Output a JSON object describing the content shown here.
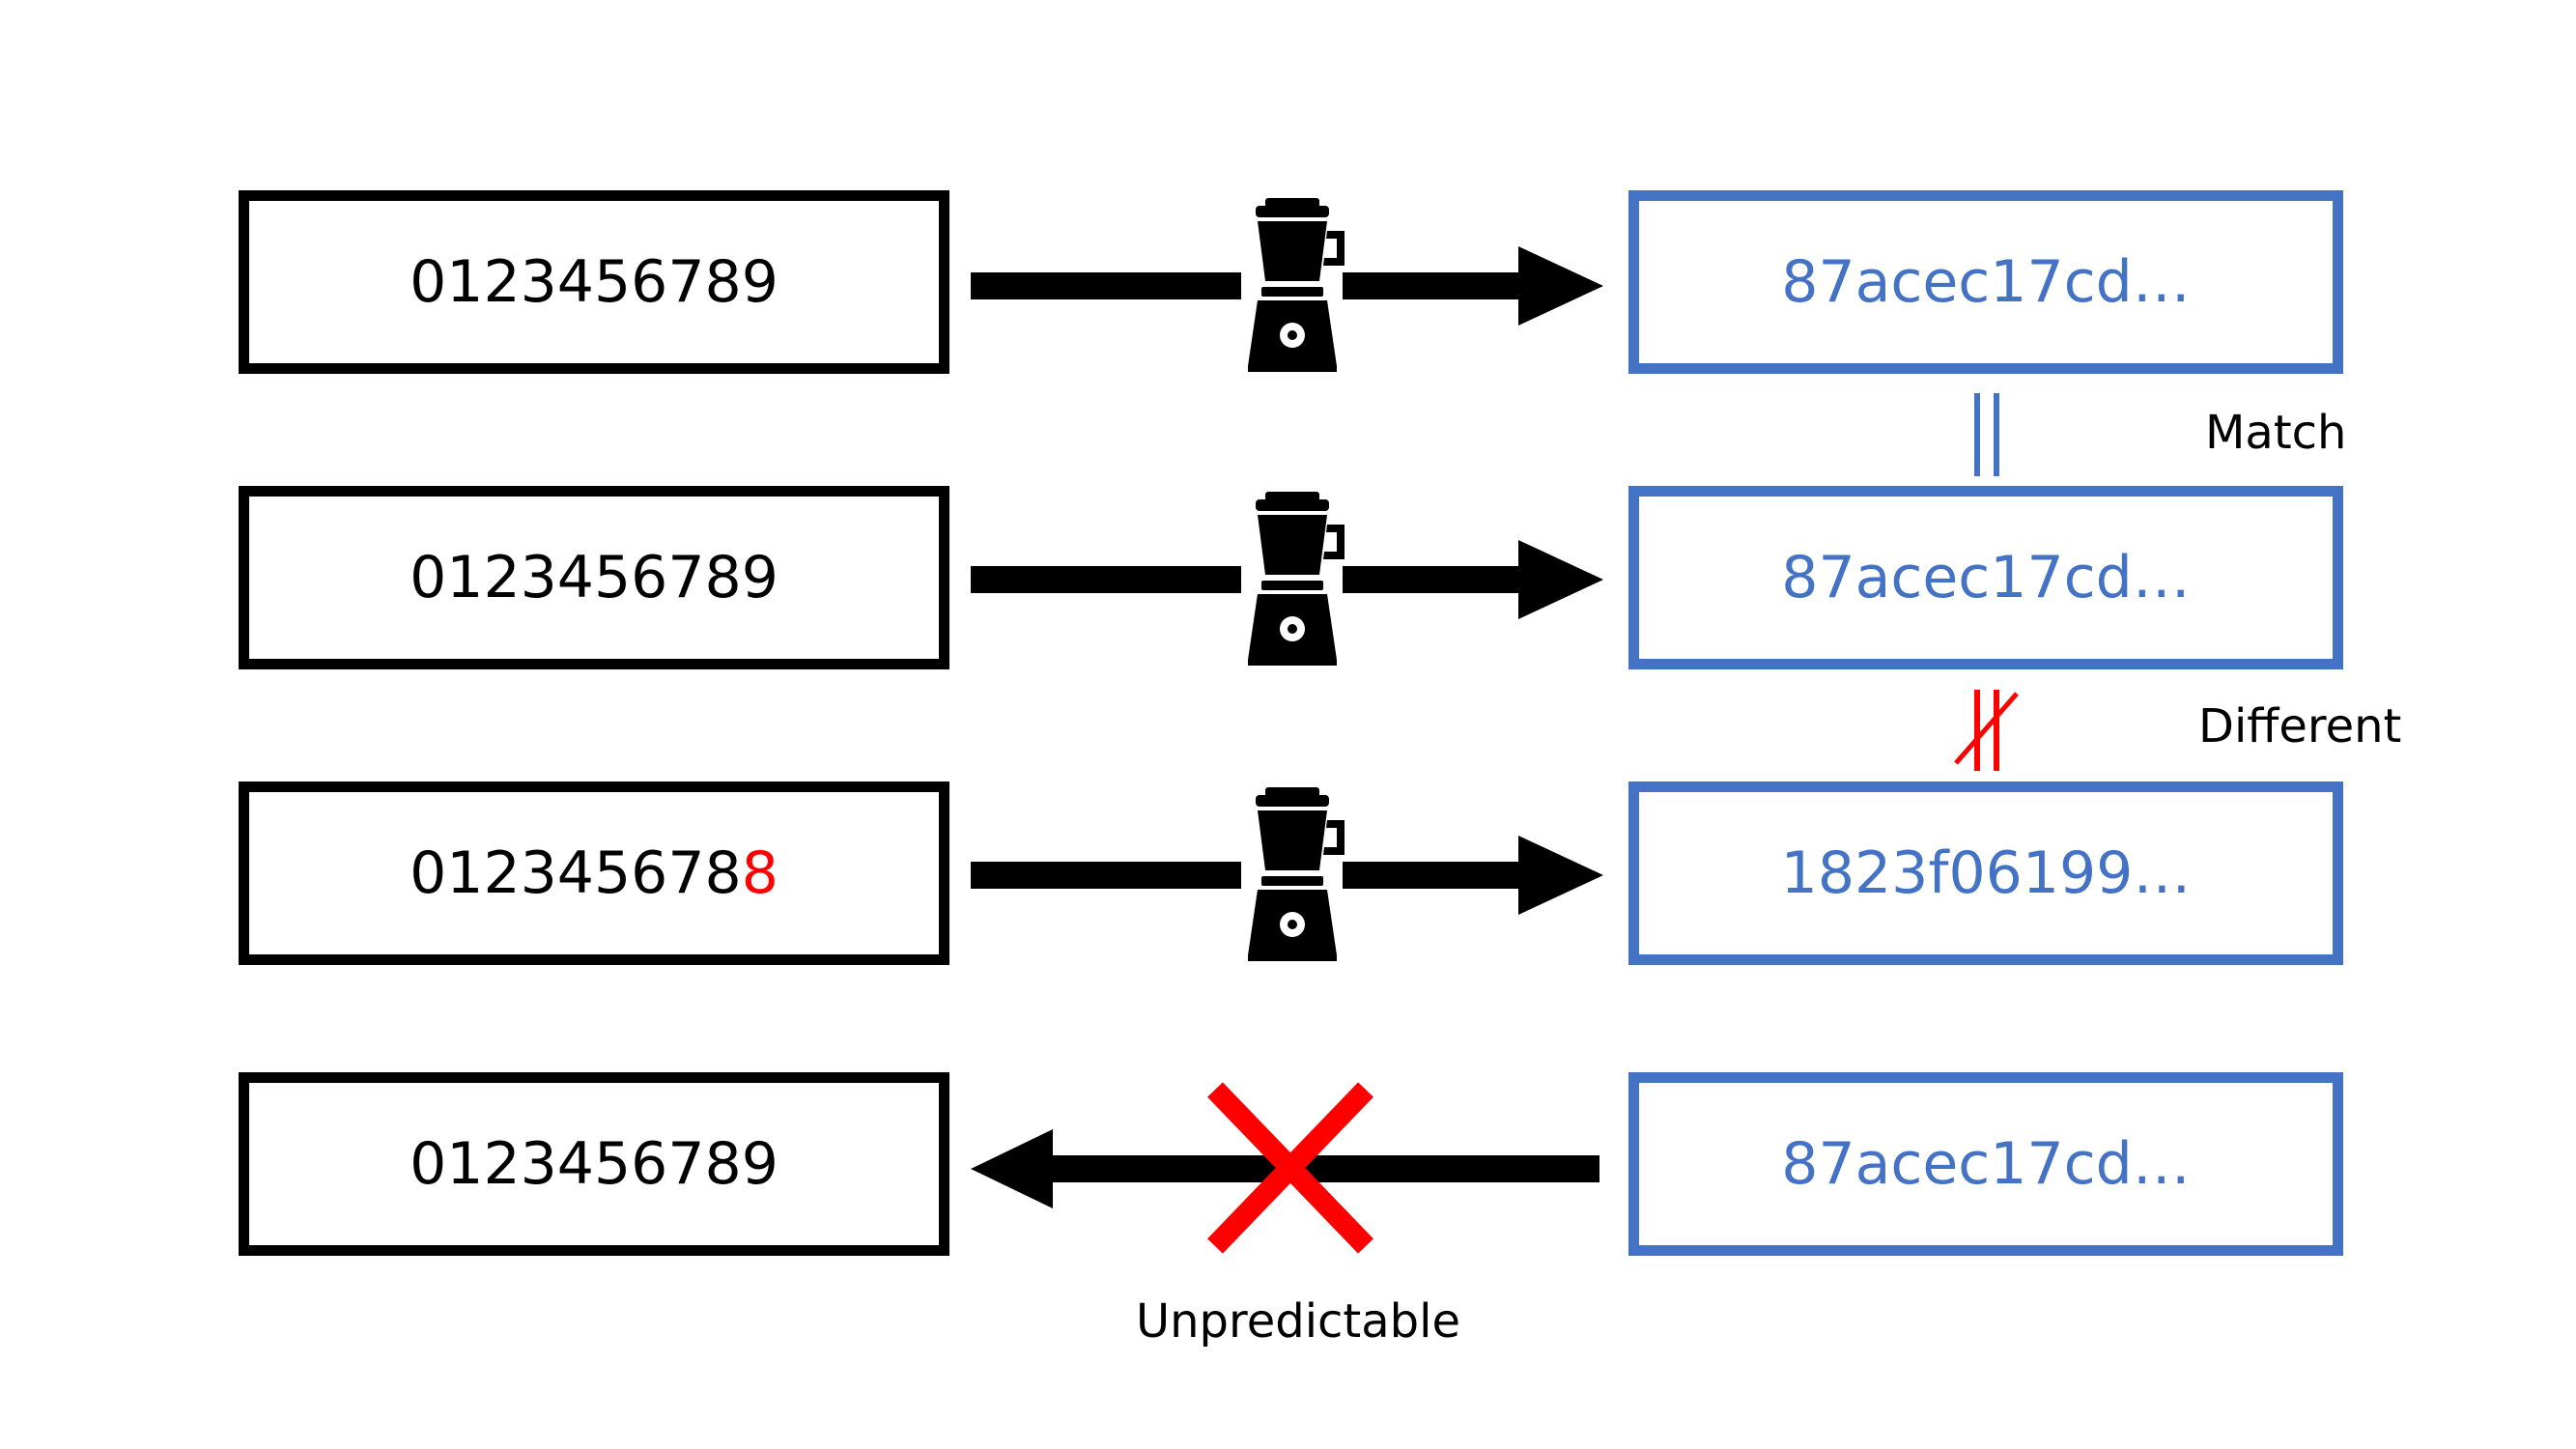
{
  "rows": [
    {
      "input": {
        "prefix": "012345678",
        "last": "9"
      },
      "output": "87acec17cd…"
    },
    {
      "input": {
        "prefix": "012345678",
        "last": "9"
      },
      "output": "87acec17cd…"
    },
    {
      "input": {
        "prefix": "012345678",
        "last": "8"
      },
      "output": "1823f06199…"
    },
    {
      "input": {
        "prefix": "012345678",
        "last": "9"
      },
      "output": "87acec17cd…"
    }
  ],
  "labels": {
    "match": "Match",
    "different": "Different",
    "unpredictable": "Unpredictable"
  },
  "icons": {
    "hash_function": "blender-icon",
    "not_allowed": "red-x-icon"
  },
  "colors": {
    "input": "#000000",
    "output": "#4472c4",
    "changed_digit": "#ff0000",
    "cross": "#ff0000"
  }
}
